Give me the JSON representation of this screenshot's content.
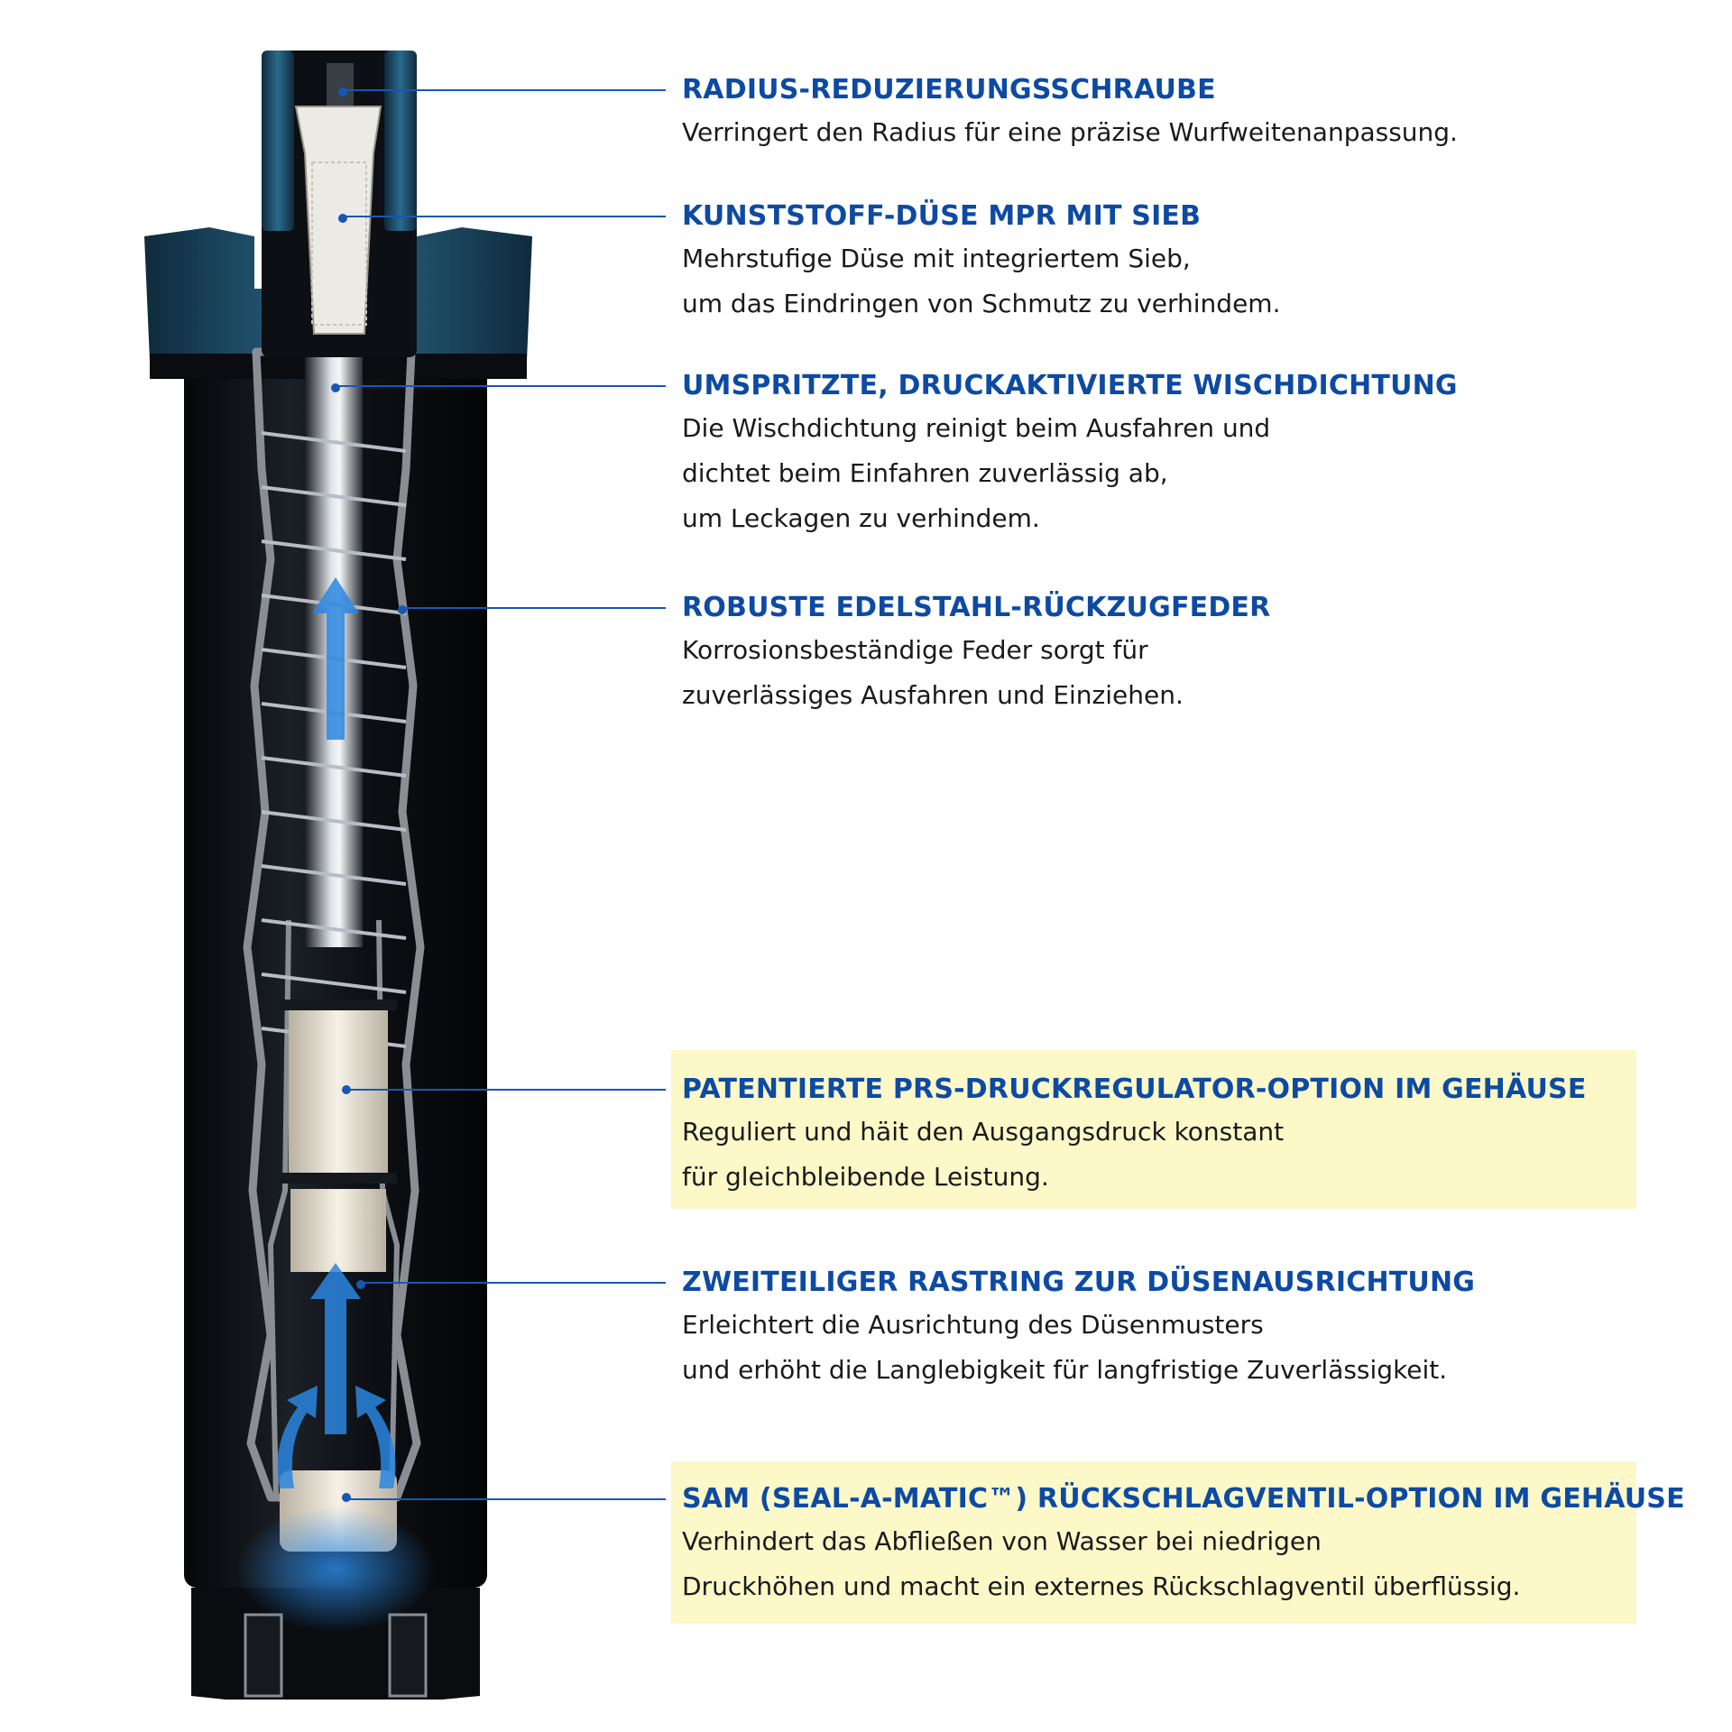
{
  "colors": {
    "heading": "#0d4aa3",
    "body_text": "#1a1a1a",
    "highlight_background": "#fcf8c8",
    "leader_line": "#1a56b3",
    "flow_arrow": "#2a86e0",
    "housing": "#111418",
    "cutaway": "#8a8e94",
    "cap_accent": "#1d4e6b",
    "internal_parts": "#ece6d8"
  },
  "callouts": [
    {
      "title": "RADIUS-REDUZIERUNGSSCHRAUBE",
      "lines": [
        "Verringert den Radius für eine präzise Wurfweitenanpassung."
      ],
      "highlighted": false
    },
    {
      "title": "KUNSTSTOFF-DÜSE MPR MIT SIEB",
      "lines": [
        "Mehrstufige Düse mit integriertem Sieb,",
        "um das Eindringen von Schmutz zu verhindem."
      ],
      "highlighted": false
    },
    {
      "title": "UMSPRITZTE, DRUCKAKTIVIERTE WISCHDICHTUNG",
      "lines": [
        "Die Wischdichtung reinigt beim Ausfahren und",
        "dichtet beim Einfahren zuverlässig ab,",
        "um Leckagen zu verhindem."
      ],
      "highlighted": false
    },
    {
      "title": "ROBUSTE EDELSTAHL-RÜCKZUGFEDER",
      "lines": [
        "Korrosionsbeständige Feder sorgt für",
        "zuverlässiges Ausfahren und Einziehen."
      ],
      "highlighted": false
    },
    {
      "title": "PATENTIERTE PRS-DRUCKREGULATOR-OPTION IM GEHÄUSE",
      "lines": [
        "Reguliert und häit den Ausgangsdruck konstant",
        "für gleichbleibende Leistung."
      ],
      "highlighted": true
    },
    {
      "title": "ZWEITEILIGER RASTRING ZUR DÜSENAUSRICHTUNG",
      "lines": [
        "Erleichtert die Ausrichtung des Düsenmusters",
        "und erhöht die Langlebigkeit für langfristige Zuverlässigkeit."
      ],
      "highlighted": false
    },
    {
      "title": "SAM (SEAL-A-MATIC™) RÜCKSCHLAGVENTIL-OPTION IM GEHÄUSE",
      "lines": [
        "Verhindert das Abfließen von Wasser bei niedrigen",
        "Druckhöhen und macht ein externes Rückschlagventil überflüssig."
      ],
      "highlighted": true
    }
  ]
}
